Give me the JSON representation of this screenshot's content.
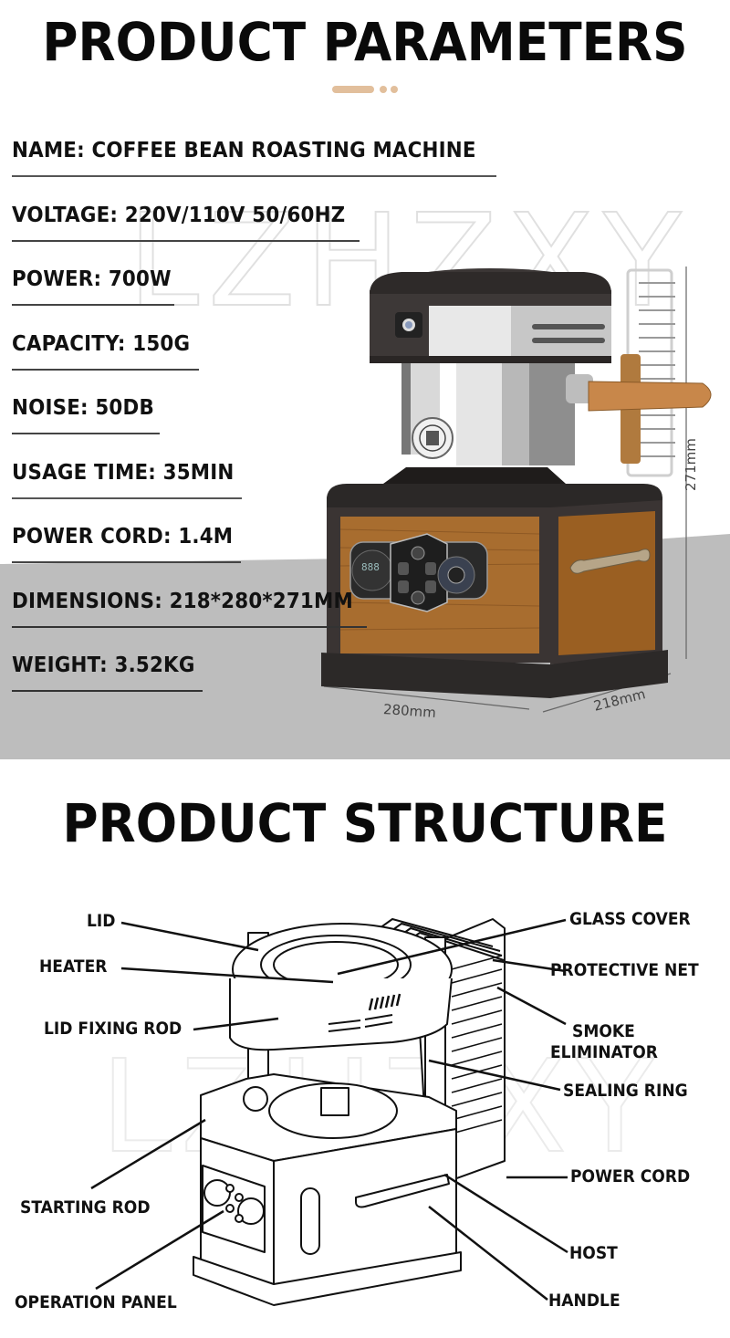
{
  "parameters_section": {
    "title": "PRODUCT PARAMETERS",
    "accent_color": "#e2bf9c",
    "items": [
      {
        "label": "NAME: COFFEE BEAN ROASTING MACHINE"
      },
      {
        "label": "VOLTAGE: 220V/110V 50/60HZ"
      },
      {
        "label": "POWER: 700W"
      },
      {
        "label": "CAPACITY: 150G"
      },
      {
        "label": "NOISE: 50DB"
      },
      {
        "label": "USAGE TIME: 35MIN"
      },
      {
        "label": "POWER CORD: 1.4M"
      },
      {
        "label": "DIMENSIONS: 218*280*271MM"
      },
      {
        "label": "WEIGHT: 3.52KG"
      }
    ],
    "dimensions": {
      "height": "271mm",
      "width": "280mm",
      "depth": "218mm"
    },
    "watermark": "LZHZXY"
  },
  "structure_section": {
    "title": "PRODUCT STRUCTURE",
    "watermark": "LZHZXY",
    "labels_left": [
      {
        "label": "LID"
      },
      {
        "label": "HEATER"
      },
      {
        "label": "LID FIXING ROD"
      },
      {
        "label": "STARTING ROD"
      },
      {
        "label": "OPERATION PANEL"
      }
    ],
    "labels_right": [
      {
        "label": "GLASS COVER"
      },
      {
        "label": "PROTECTIVE NET"
      },
      {
        "label": "SMOKE"
      },
      {
        "label": "ELIMINATOR"
      },
      {
        "label": "SEALING RING"
      },
      {
        "label": "POWER CORD"
      },
      {
        "label": "HOST"
      },
      {
        "label": "HANDLE"
      }
    ]
  }
}
